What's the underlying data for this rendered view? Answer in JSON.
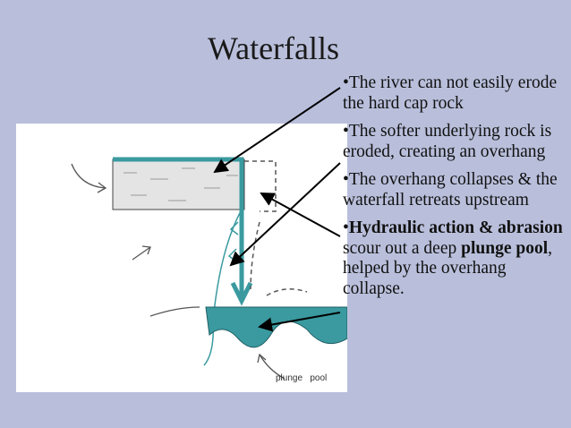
{
  "title": "Waterfalls",
  "bullets": [
    {
      "parts": [
        {
          "text": "•The river can not easily erode the hard cap rock",
          "bold": false
        }
      ]
    },
    {
      "parts": [
        {
          "text": "•The softer underlying rock is eroded, creating an overhang",
          "bold": false
        }
      ]
    },
    {
      "parts": [
        {
          "text": "•The overhang collapses & the waterfall retreats upstream",
          "bold": false
        }
      ]
    },
    {
      "parts": [
        {
          "text": "•",
          "bold": false
        },
        {
          "text": "Hydraulic action & abrasion",
          "bold": true
        },
        {
          "text": " scour out a deep ",
          "bold": false
        },
        {
          "text": "plunge pool",
          "bold": true
        },
        {
          "text": ", helped by the overhang collapse.",
          "bold": false
        }
      ]
    }
  ],
  "diagram": {
    "plunge_pool_label": "plunge   pool",
    "colors": {
      "water": "#3a9aa0",
      "rock": "#e6e6e6",
      "background": "#b9bfdb"
    }
  }
}
